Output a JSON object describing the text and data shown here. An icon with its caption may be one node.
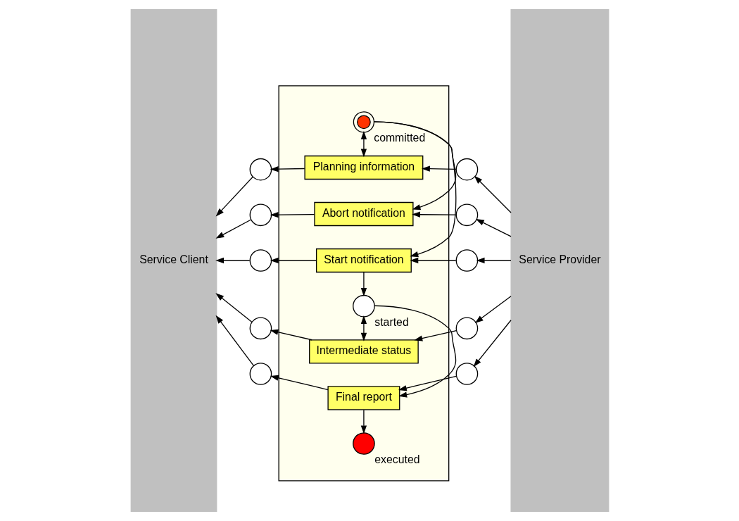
{
  "diagram": {
    "nodes": [
      {
        "text": [
          "Service Client"
        ]
      },
      {
        "text": [],
        "shape": "box"
      },
      {
        "text": [
          "committed"
        ],
        "in": 1
      },
      {
        "text": [
          "Planning information"
        ],
        "in": 1
      },
      {
        "text": [
          "Abort notification"
        ],
        "in": 1
      },
      {
        "text": [
          "Start notification"
        ],
        "in": 1
      },
      {
        "text": [
          "started"
        ],
        "in": 1
      },
      {
        "text": [
          "Intermediate status"
        ],
        "in": 1
      },
      {
        "text": [
          "Final report"
        ],
        "in": 1
      },
      {
        "text": [
          "executed"
        ],
        "in": 1
      },
      {
        "text": [],
        "shape": "circle"
      },
      {
        "text": [],
        "shape": "circle"
      },
      {
        "text": [],
        "shape": "circle"
      },
      {
        "text": [],
        "shape": "circle"
      },
      {
        "text": [],
        "shape": "circle"
      },
      {
        "text": [],
        "shape": "circle"
      },
      {
        "text": [],
        "shape": "circle"
      },
      {
        "text": [],
        "shape": "circle"
      },
      {
        "text": [],
        "shape": "circle"
      },
      {
        "text": [],
        "shape": "circle"
      },
      {
        "text": [
          "Service Provider"
        ]
      }
    ],
    "edges": [
      {
        "from": 2,
        "to": 3,
        "arrow": "both"
      },
      {
        "from": 2,
        "to": 4,
        "arrow": "to"
      },
      {
        "from": 2,
        "to": 5,
        "arrow": "to"
      },
      {
        "from": 5,
        "to": 6,
        "arrow": "to"
      },
      {
        "from": 6,
        "to": 7,
        "arrow": "both"
      },
      {
        "from": 6,
        "to": 8,
        "arrow": "to"
      },
      {
        "from": 8,
        "to": 9,
        "arrow": "to"
      },
      {
        "from": 3,
        "to": 10,
        "arrow": "to"
      },
      {
        "from": 10,
        "to": 0,
        "arrow": "to"
      },
      {
        "from": 4,
        "to": 11,
        "arrow": "to"
      },
      {
        "from": 11,
        "to": 0,
        "arrow": "to"
      },
      {
        "from": 5,
        "to": 12,
        "arrow": "to"
      },
      {
        "from": 12,
        "to": 0,
        "arrow": "to"
      },
      {
        "from": 7,
        "to": 13,
        "arrow": "to"
      },
      {
        "from": 13,
        "to": 0,
        "arrow": "to"
      },
      {
        "from": 8,
        "to": 14,
        "arrow": "to"
      },
      {
        "from": 14,
        "to": 0,
        "arrow": "to"
      },
      {
        "from": 20,
        "to": 15,
        "arrow": "to"
      },
      {
        "from": 15,
        "to": 3,
        "arrow": "to"
      },
      {
        "from": 20,
        "to": 16,
        "arrow": "to"
      },
      {
        "from": 16,
        "to": 4,
        "arrow": "to"
      },
      {
        "from": 20,
        "to": 17,
        "arrow": "to"
      },
      {
        "from": 17,
        "to": 5,
        "arrow": "to"
      },
      {
        "from": 20,
        "to": 18,
        "arrow": "to"
      },
      {
        "from": 18,
        "to": 7,
        "arrow": "to"
      },
      {
        "from": 20,
        "to": 19,
        "arrow": "to"
      },
      {
        "from": 19,
        "to": 8,
        "arrow": "to"
      }
    ]
  }
}
